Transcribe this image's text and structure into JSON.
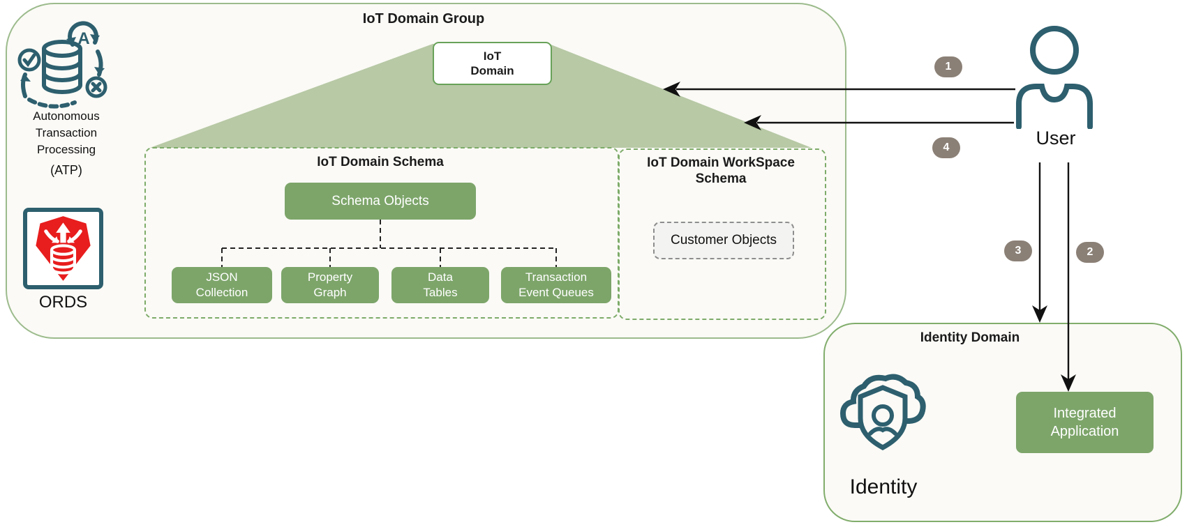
{
  "iot_group": {
    "title": "IoT Domain Group",
    "domain_box": {
      "line1": "IoT",
      "line2": "Domain"
    },
    "schema": {
      "title": "IoT Domain Schema",
      "root": "Schema Objects",
      "children": [
        {
          "line1": "JSON",
          "line2": "Collection"
        },
        {
          "line1": "Property",
          "line2": "Graph"
        },
        {
          "line1": "Data",
          "line2": "Tables"
        },
        {
          "line1": "Transaction",
          "line2": "Event Queues"
        }
      ]
    },
    "workspace": {
      "title_line1": "IoT Domain WorkSpace",
      "title_line2": "Schema",
      "box_label": "Customer Objects"
    },
    "atp": {
      "name_line1": "Autonomous",
      "name_line2": "Transaction",
      "name_line3": "Processing",
      "abbr": "(ATP)",
      "icon": "atp-database-icon"
    },
    "ords": {
      "label": "ORDS",
      "icon": "ords-shield-icon"
    }
  },
  "user": {
    "label": "User",
    "icon": "user-icon"
  },
  "identity_domain": {
    "title": "Identity Domain",
    "identity": {
      "label": "Identity",
      "icon": "identity-cloud-shield-icon"
    },
    "app": {
      "line1": "Integrated",
      "line2": "Application"
    }
  },
  "badges": {
    "step1": "1",
    "step2": "2",
    "step3": "3",
    "step4": "4"
  },
  "colors": {
    "node_green": "#7da56a",
    "triangle_green": "#b7c9a5",
    "container_border_green": "#9cbb8c",
    "dashed_border_green": "#7dab69",
    "teal_icon": "#2d5f6e",
    "badge_taupe": "#8b8076",
    "ords_red": "#e81d1d",
    "background": "#fbfaf6"
  }
}
